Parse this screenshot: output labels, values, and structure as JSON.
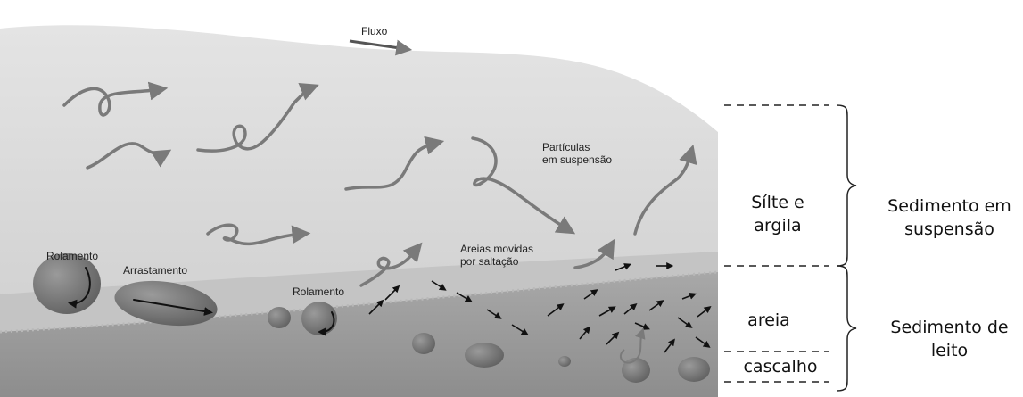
{
  "diagram": {
    "labels": {
      "flow": "Fluxo",
      "suspended_particles": [
        "Partículas",
        "em suspensão"
      ],
      "rolling_1": "Rolamento",
      "dragging": "Arrastamento",
      "rolling_2": "Rolamento",
      "saltation_sand": [
        "Areias movidas",
        "por saltação"
      ]
    },
    "right_side": {
      "silt_clay": [
        "Sílte e",
        "argila"
      ],
      "sand": "areia",
      "gravel": "cascalho",
      "suspended_sediment": [
        "Sedimento em",
        "suspensão"
      ],
      "bed_sediment": [
        "Sedimento de",
        "leito"
      ]
    },
    "colors": {
      "water_top": "#e2e2e2",
      "water_bottom": "#cfcfcf",
      "bed": "#9b9b9b",
      "arrow": "#7a7a7a",
      "pebble": "#777777",
      "small_arrow": "#111111"
    }
  }
}
